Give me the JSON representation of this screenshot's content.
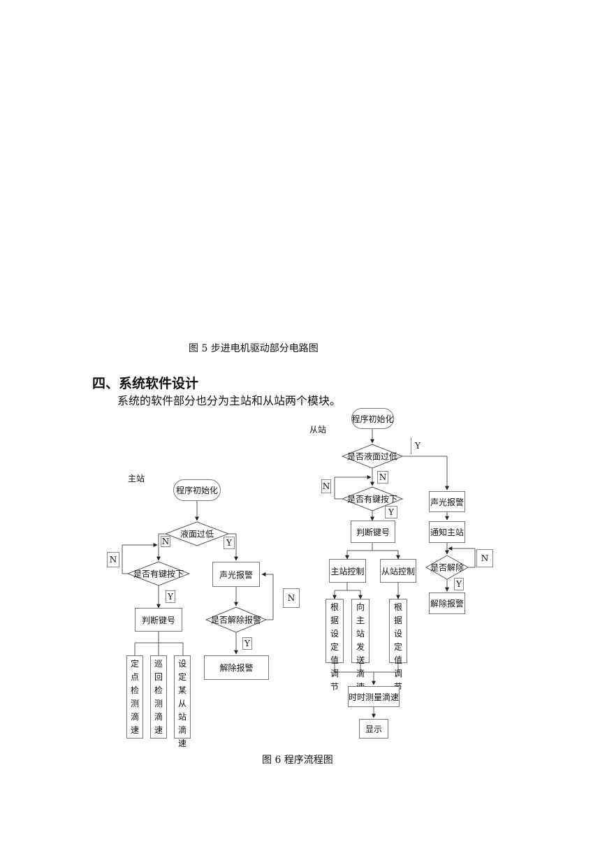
{
  "caption_fig5": "图 5    步进电机驱动部分电路图",
  "section_heading": "四、系统软件设计",
  "intro_paragraph": "系统的软件部分也分为主站和从站两个模块。",
  "caption_fig6": "图 6    程序流程图",
  "yes_label": "Y",
  "no_label": "N",
  "master": {
    "title": "主站",
    "init": "程序初始化",
    "level_check": "液面过低",
    "key_check": "是否有键按下",
    "judge_key": "判断键号",
    "alarm": "声光报警",
    "release_check": "是否解除报警",
    "release": "解除报警",
    "leaves": [
      "定点检测滴速",
      "巡回检测滴速",
      "设定某从站滴速"
    ]
  },
  "slave": {
    "title": "从站",
    "init": "程序初始化",
    "level_check": "是否液面过低",
    "key_check": "是否有键按下",
    "judge_key": "判断键号",
    "master_ctrl": "主站控制",
    "slave_ctrl": "从站控制",
    "sub1": "根据设定值调节",
    "sub2": "向主站发送滴速",
    "sub3": "根据设定值调节",
    "measure": "时时测量滴速",
    "display": "显示",
    "alarm": "声光报警",
    "notify": "通知主站",
    "release_check": "是否解除",
    "release": "解除报警"
  }
}
